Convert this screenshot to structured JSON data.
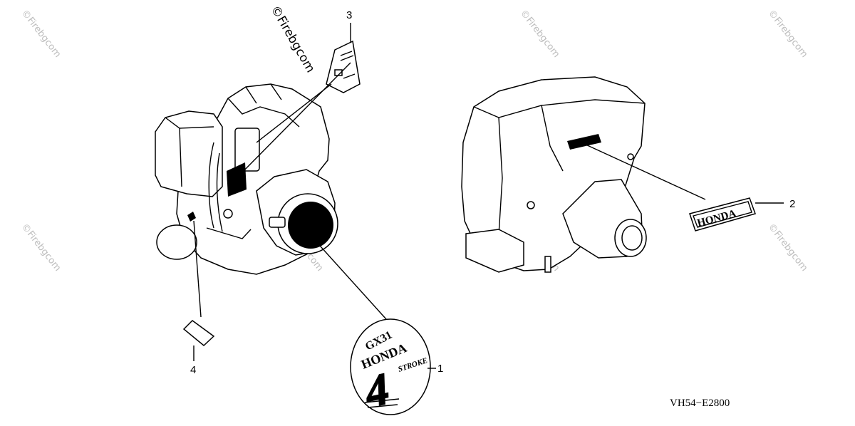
{
  "watermarks": {
    "main": "©Firebgcom",
    "repeat": "©Firebgcom"
  },
  "callouts": {
    "c1": "1",
    "c2": "2",
    "c3": "3",
    "c4": "4"
  },
  "decals": {
    "emblem_model": "GX31",
    "emblem_brand": "HONDA",
    "emblem_number": "4",
    "emblem_stroke": "STROKE",
    "side_brand": "HONDA"
  },
  "diagram_code": "VH54−E2800"
}
